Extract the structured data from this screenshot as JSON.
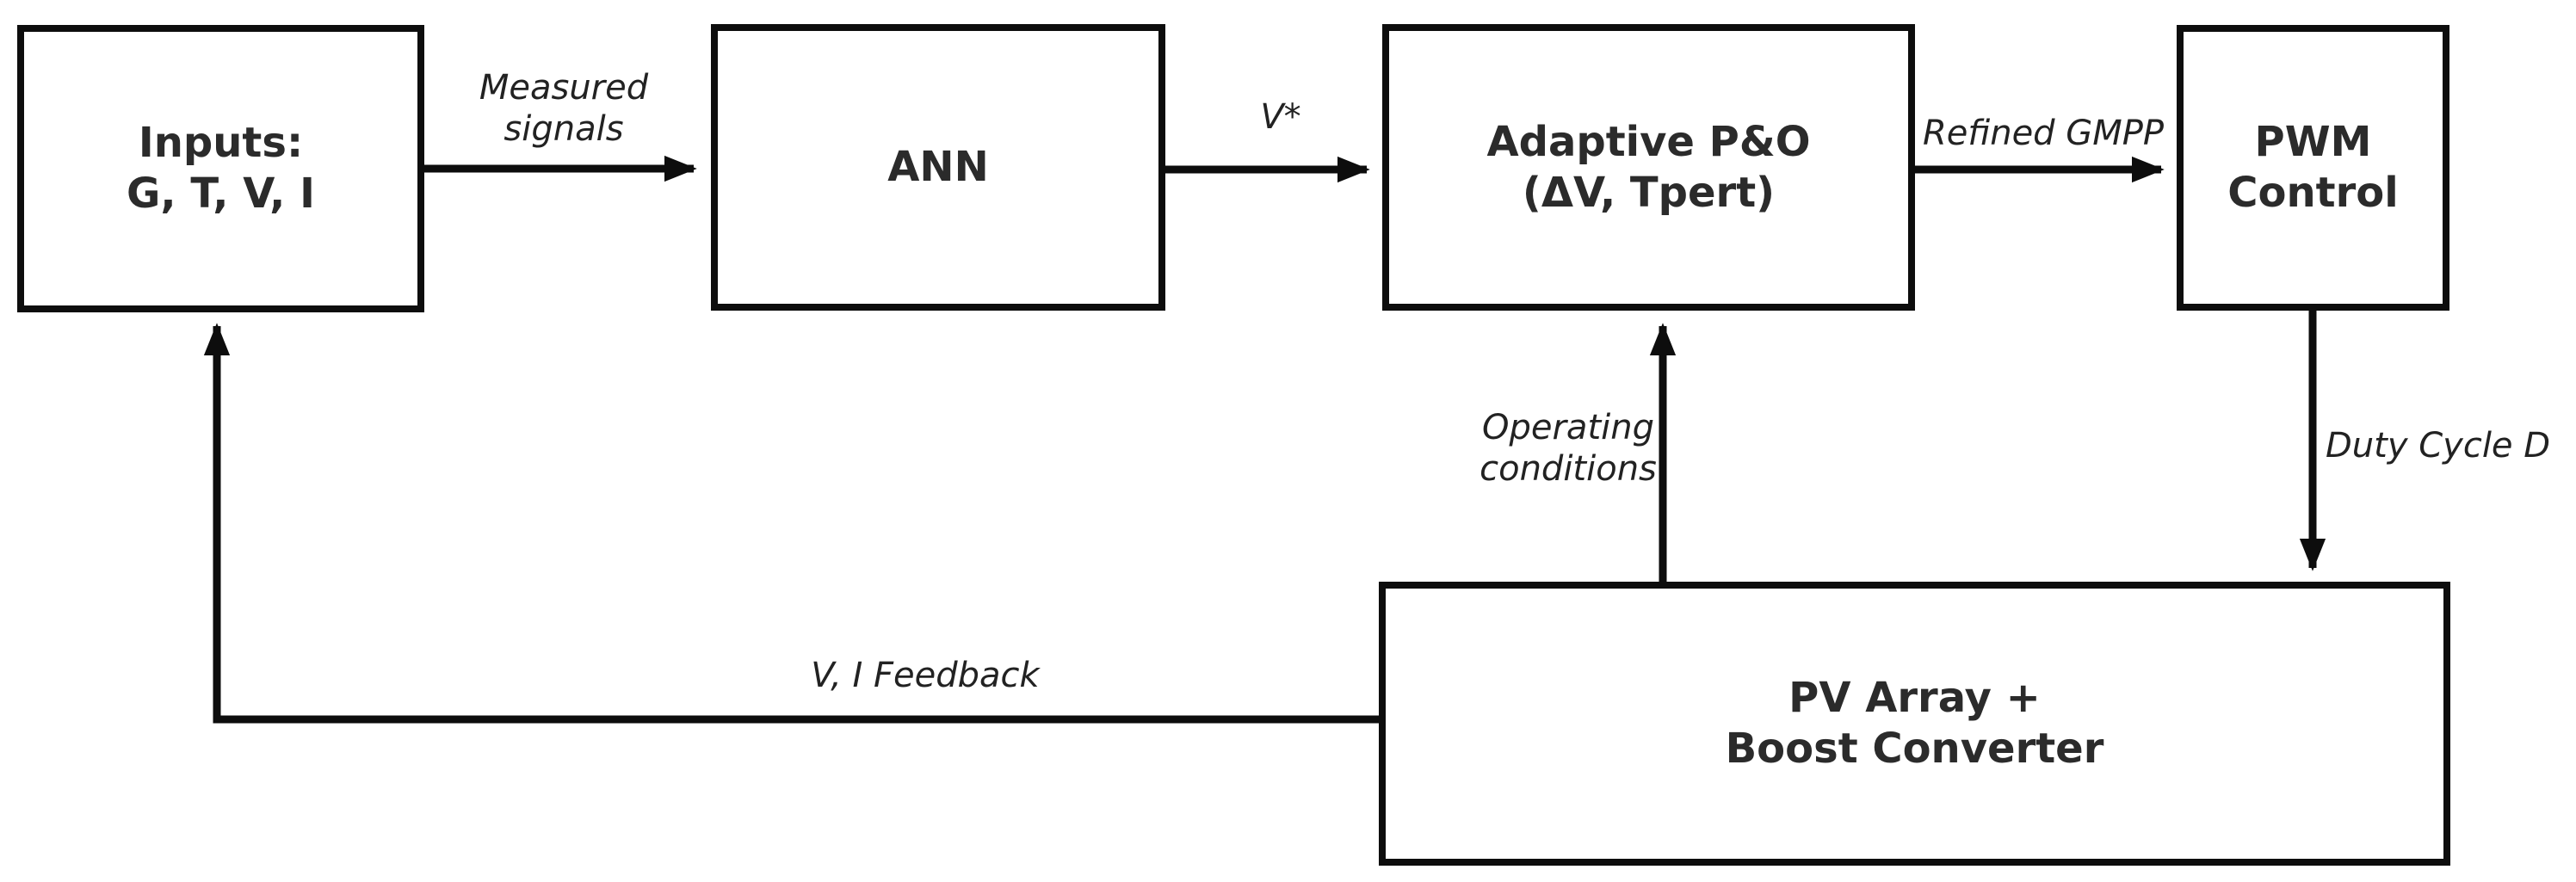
{
  "diagram": {
    "type": "block-diagram",
    "boxes": {
      "inputs": {
        "line1": "Inputs:",
        "line2": "G, T, V, I"
      },
      "ann": {
        "line1": "ANN"
      },
      "adaptive": {
        "line1": "Adaptive P&O",
        "line2": "(ΔV, Tpert)"
      },
      "pwm": {
        "line1": "PWM",
        "line2": "Control"
      },
      "pv": {
        "line1": "PV Array +",
        "line2": "Boost Converter"
      }
    },
    "edge_labels": {
      "measured": {
        "line1": "Measured",
        "line2": "signals"
      },
      "vstar": "V*",
      "refined_gmpp": "Refined GMPP",
      "duty_cycle": "Duty Cycle D",
      "operating": {
        "line1": "Operating",
        "line2": "conditions"
      },
      "feedback": "V, I Feedback"
    },
    "colors": {
      "background": "#ffffff",
      "line": "#0d0d0d",
      "box_border": "#0d0d0d",
      "box_fill": "#ffffff",
      "box_text": "#2b2b2b",
      "label_text": "#222222"
    }
  }
}
